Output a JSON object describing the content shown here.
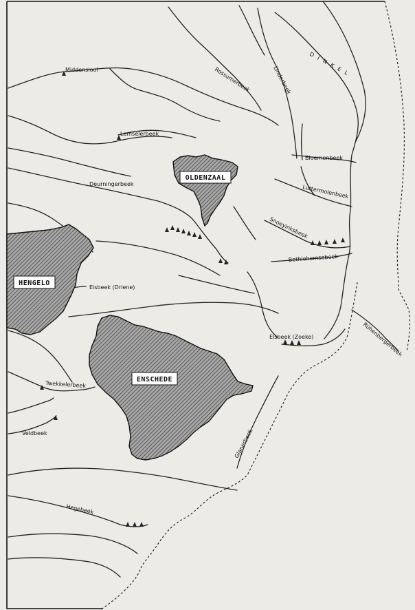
{
  "map": {
    "towns": {
      "oldenzaal": "OLDENZAAL",
      "hengelo": "HENGELO",
      "enschede": "ENSCHEDE"
    },
    "rivers": {
      "dinkel": "D I N K E L",
      "linderbeek": "Linderbeek",
      "middenslool": "Middenslool",
      "rossumerbeek": "Rossumerbeek",
      "lemselerbeek": "Lemselerbeek",
      "bloemenbeek": "Bloemenbeek",
      "luttermolenbeek": "Luttermolenbeek",
      "deurningerbeek": "Deurningerbeek",
      "snoeyinksbeek": "Snoeyinksbeek",
      "bethlehemsebeek": "Bethlehemsebeek",
      "elsbeek_driene": "Elsbeek (Driene)",
      "ruhenbergerbeek": "Rühenbergerbeek",
      "elsbeek_zoeke": "Elsbeek (Zoeke)",
      "twekkelerbeek": "Twekkelerbeek",
      "veldbeek": "Veldbeek",
      "glanerbeek": "Glanerbeek",
      "hegebeek": "Hegebeek"
    }
  }
}
